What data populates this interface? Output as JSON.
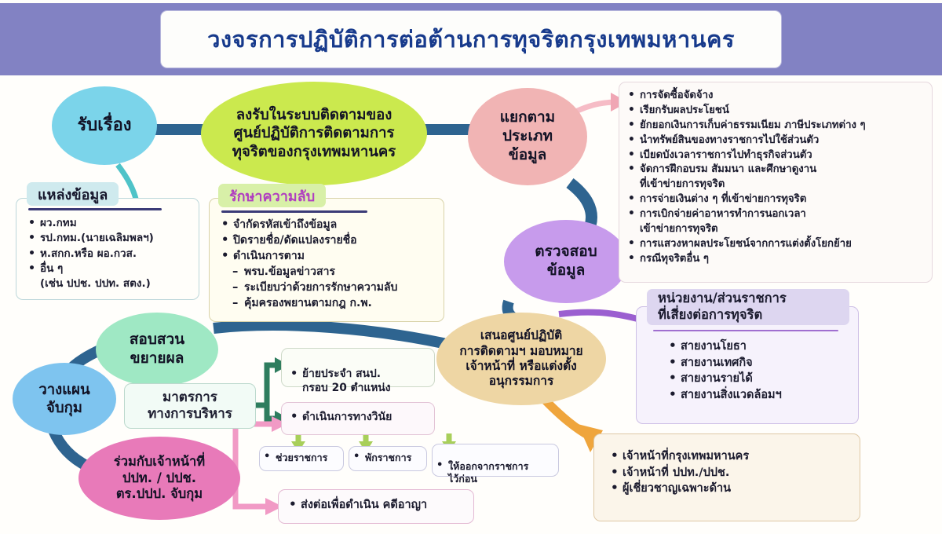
{
  "header": {
    "title": "วงจรการปฏิบัติการต่อต้านการทุจริตกรุงเทพมหานคร",
    "band_color": "#8282c3",
    "title_color": "#173a8c"
  },
  "nodes": {
    "receive": {
      "label": "รับเรื่อง",
      "color": "#7bd4ea"
    },
    "register": {
      "label": "ลงรับในระบบติดตามของ\nศูนย์ปฏิบัติการติดตามการ\nทุจริตของกรุงเทพมหานคร",
      "color": "#cbe94e"
    },
    "classify": {
      "label": "แยกตาม\nประเภท\nข้อมูล",
      "color": "#f1b4b4"
    },
    "verify": {
      "label": "ตรวจสอบ\nข้อมูล",
      "color": "#c79bec"
    },
    "assign": {
      "label": "เสนอศูนย์ปฏิบัติ\nการติดตามฯ มอบหมาย\nเจ้าหน้าที่ หรือแต่งตั้ง\nอนุกรรมการ",
      "color": "#eed6a4"
    },
    "investigate": {
      "label": "สอบสวน\nขยายผล",
      "color": "#9fe8c4"
    },
    "plan_arrest": {
      "label": "วางแผน\nจับกุม",
      "color": "#7ec4ef"
    },
    "joint_arrest": {
      "label": "ร่วมกับเจ้าหน้าที่\nปปท. /  ปปช.\nตร.ปปป. จับกุม",
      "color": "#e87ab9"
    }
  },
  "cards": {
    "sources": {
      "title": "แหล่งข้อมูล",
      "items": [
        "ผว.กทม",
        "รป.กทม.(นายเฉลิมพลฯ)",
        "ห.สกก.หรือ ผอ.กวส.",
        "อื่น ๆ"
      ],
      "note": "(เช่น ปปช. ปปท. สตง.)",
      "head_bg": "#cfeaee",
      "rule_color": "#3b3b77"
    },
    "confidential": {
      "title": "รักษาความลับ",
      "title_color": "#b03ec0",
      "head_bg": "#d8f0a8",
      "rule_color": "#3b3b77",
      "items": [
        {
          "text": "จำกัดรหัสเข้าถึงข้อมูล",
          "level": 0
        },
        {
          "text": "ปิดรายชื่อ/ดัดแปลงรายชื่อ",
          "level": 0
        },
        {
          "text": "ดำเนินการตาม",
          "level": 0
        },
        {
          "text": "พรบ.ข้อมูลข่าวสาร",
          "level": 1
        },
        {
          "text": "ระเบียบว่าด้วยการรักษาความลับ",
          "level": 1
        },
        {
          "text": "คุ้มครองพยานตามกฎ ก.พ.",
          "level": 1
        }
      ]
    },
    "corruption_types": {
      "items": [
        "การจัดซื้อจัดจ้าง",
        "เรียกรับผลประโยชน์",
        "ยักยอกเงินการเก็บค่าธรรมเนียม ภาษีประเภทต่าง ๆ",
        "นำทรัพย์สินของทางราชการไปใช้ส่วนตัว",
        "เบียดบังเวลาราชการไปทำธุรกิจส่วนตัว",
        "จัดการฝึกอบรม สัมมนา และศึกษาดูงาน",
        "ที่เข้าข่ายการทุจริต",
        "การจ่ายเงินต่าง ๆ ที่เข้าข่ายการทุจริต",
        "การเบิกจ่ายค่าอาหารทำการนอกเวลา",
        "เข้าข่ายการทุจริต",
        "การแสวงหาผลประโยชน์จากการแต่งตั้งโยกย้าย",
        "กรณีทุจริตอื่น ๆ"
      ],
      "continuation_indexes": [
        6,
        9
      ]
    },
    "risk_units": {
      "title": "หน่วยงาน/ส่วนราชการ\nที่เสี่ยงต่อการทุจริต",
      "head_bg": "#ddd6f0",
      "rule_color": "#a06fd0",
      "items": [
        "สายงานโยธา",
        "สายงานเทศกิจ",
        "สายงานรายได้",
        "สายงานสิ่งแวดล้อมฯ"
      ]
    },
    "officers": {
      "items": [
        "เจ้าหน้าที่กรุงเทพมหานคร",
        "เจ้าหน้าที่ ปปท./ปปช.",
        "ผู้เชี่ยวชาญเฉพาะด้าน"
      ]
    }
  },
  "admin": {
    "measure_box": "มาตรการ\nทางการบริหาร",
    "transfer": "ย้ายประจำ สนป.\nกรอบ 20 ตำแหน่ง",
    "discipline": "ดำเนินการทางวินัย",
    "sub_actions": [
      "ช่วยราชการ",
      "พักราชการ",
      "ให้ออกจากราชการ\nไว้ก่อน"
    ],
    "criminal": "ส่งต่อเพื่อดำเนิน คดีอาญา"
  },
  "colors": {
    "connector_blue": "#2e6490",
    "arrow_green": "#2e7d5e",
    "arrow_teal": "#4fc3c8",
    "arrow_yellowgreen": "#a8cf5a",
    "arrow_pink": "#f19ac5",
    "arrow_purple": "#9b5fd0",
    "arrow_orange": "#efa53c",
    "page_bg": "#fffefb"
  }
}
